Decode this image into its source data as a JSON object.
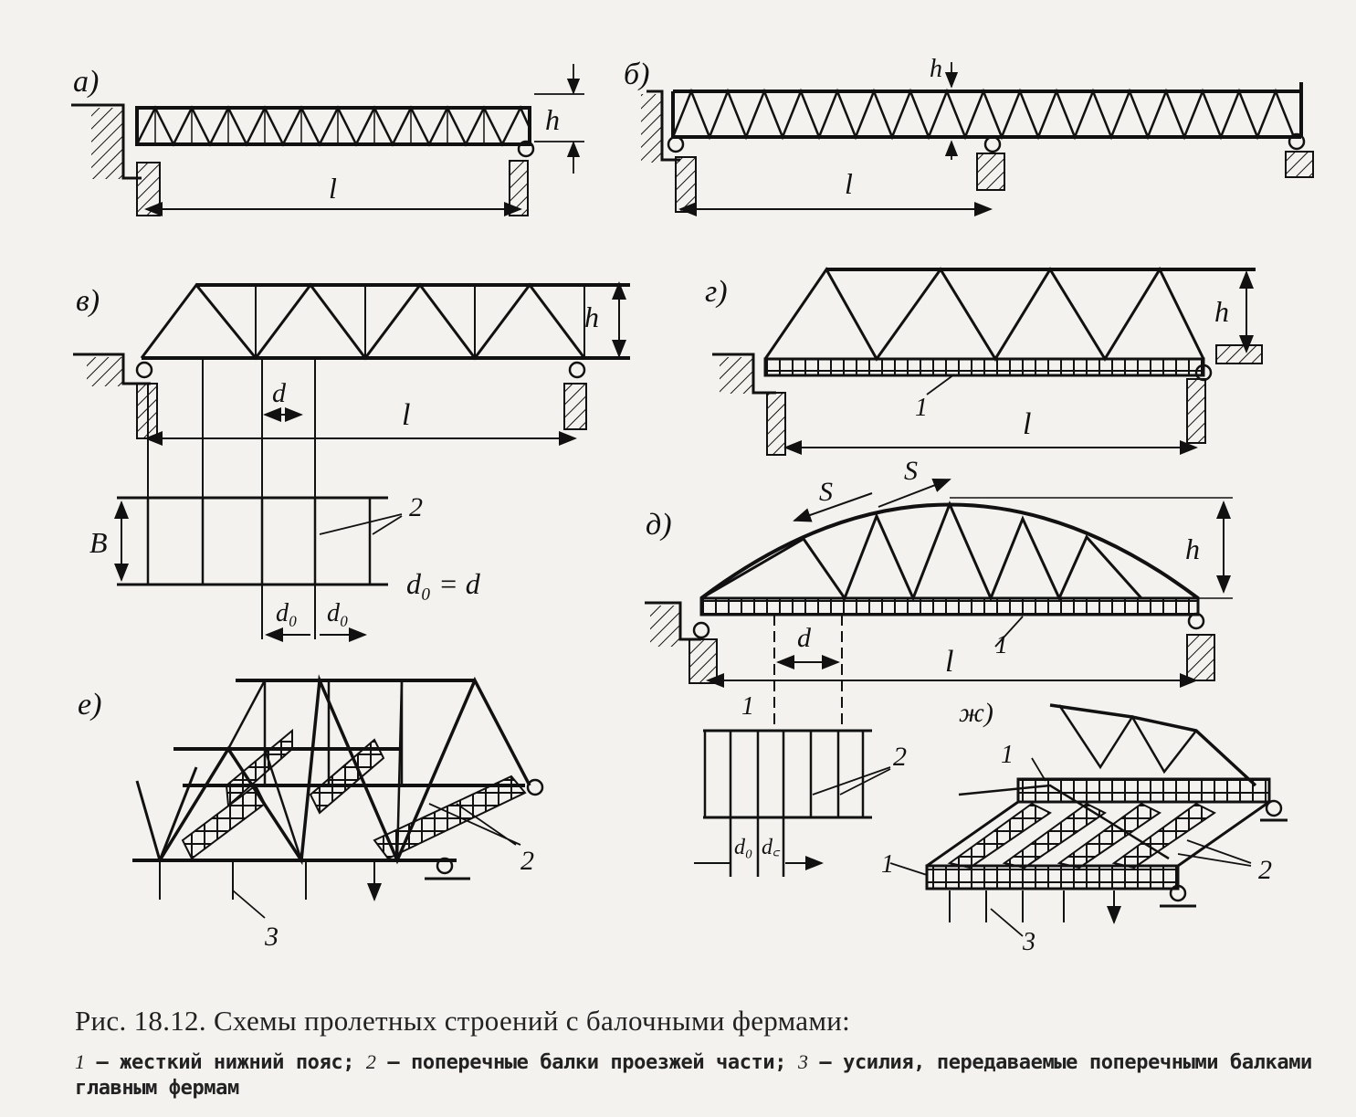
{
  "panels": {
    "a": {
      "label": "а)",
      "span": "l",
      "height": "h"
    },
    "b": {
      "label": "б)",
      "span": "l",
      "height": "h"
    },
    "v": {
      "label": "в)",
      "span": "l",
      "height": "h",
      "panel": "d",
      "width": "B",
      "d0": "d₀",
      "d0b": "d₀",
      "eq": "d₀ = d",
      "n2": "2"
    },
    "g": {
      "label": "г)",
      "span": "l",
      "height": "h",
      "n1": "1"
    },
    "d": {
      "label": "д)",
      "span": "l",
      "height": "h",
      "panel": "d",
      "s1": "S",
      "s2": "S",
      "n1": "1",
      "n1b": "1",
      "n2": "2",
      "d0": "d₀",
      "dc": "d꜀"
    },
    "e": {
      "label": "е)",
      "n2": "2",
      "n3": "3"
    },
    "zh": {
      "label": "ж)",
      "n1a": "1",
      "n1b": "1",
      "n2": "2",
      "n3": "3"
    }
  },
  "caption": {
    "title": "Рис. 18.12. Схемы пролетных строений с балочными фермами:",
    "legend_1n": "1",
    "legend_1": " — жесткий нижний пояс; ",
    "legend_2n": "2",
    "legend_2": " — поперечные балки проезжей части; ",
    "legend_3n": "3",
    "legend_3": " — усилия, передаваемые поперечными балками главным фермам"
  }
}
